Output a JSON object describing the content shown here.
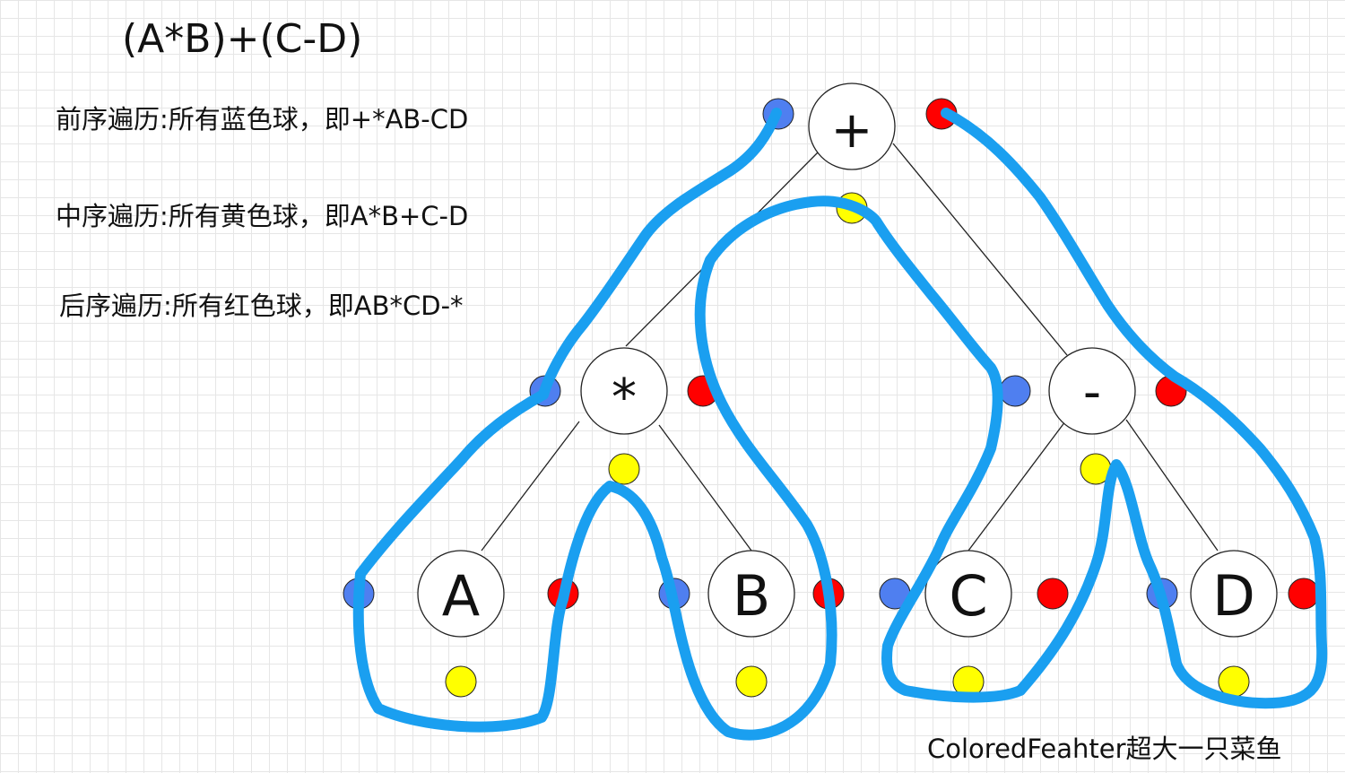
{
  "expression": "(A*B)+(C-D)",
  "preorder": "前序遍历:所有蓝色球，即+*AB-CD",
  "inorder": "中序遍历:所有黄色球，即A*B+C-D",
  "postorder": "后序遍历:所有红色球，即AB*CD-*",
  "credit": "ColoredFeahter超大一只菜鱼",
  "colors": {
    "pre_ball": "#4f7ff0",
    "in_ball": "#ffff00",
    "post_ball": "#ff0000",
    "trace": "#1a9ff0"
  },
  "nodes": [
    {
      "id": "plus",
      "label": "+"
    },
    {
      "id": "times",
      "label": "*"
    },
    {
      "id": "minus",
      "label": "-"
    },
    {
      "id": "a",
      "label": "A"
    },
    {
      "id": "b",
      "label": "B"
    },
    {
      "id": "c",
      "label": "C"
    },
    {
      "id": "d",
      "label": "D"
    }
  ]
}
